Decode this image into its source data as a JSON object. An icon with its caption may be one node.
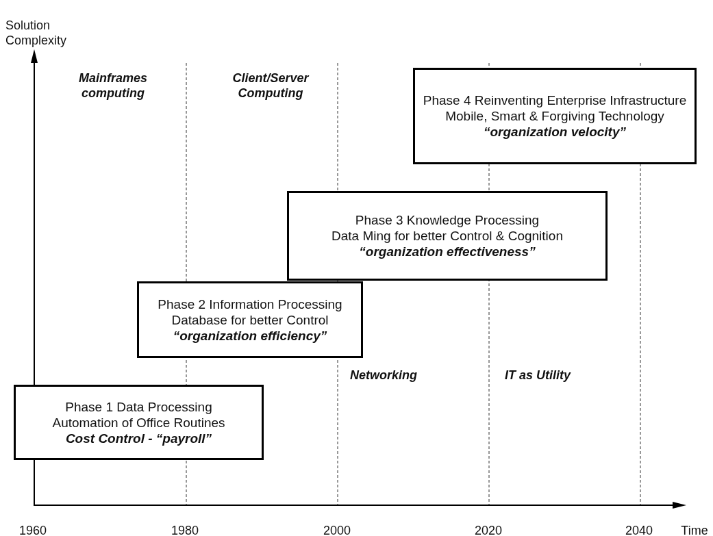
{
  "diagram": {
    "nodes": [
      {
        "text": [
          "Phase 1 Data Processing",
          "Automation of Office Routines",
          "Cost Control - “payroll”"
        ]
      },
      {
        "text": [
          "Phase 2 Information Processing",
          "Database for better Control",
          "“organization efficiency”"
        ]
      },
      {
        "text": [
          "Phase 3 Knowledge Processing",
          "Data Ming for better Control & Cognition",
          "“organization effectiveness”"
        ]
      },
      {
        "text": [
          "Phase 4 Reinventing Enterprise Infrastructure",
          "Mobile, Smart & Forgiving Technology",
          "“organization velocity”"
        ]
      }
    ],
    "labels": [
      "Solution Complexity",
      "Mainframes computing",
      "Client/Server Computing",
      "Networking",
      "IT as Utility",
      "1960",
      "1980",
      "2000",
      "2020",
      "2040",
      "Time"
    ]
  }
}
